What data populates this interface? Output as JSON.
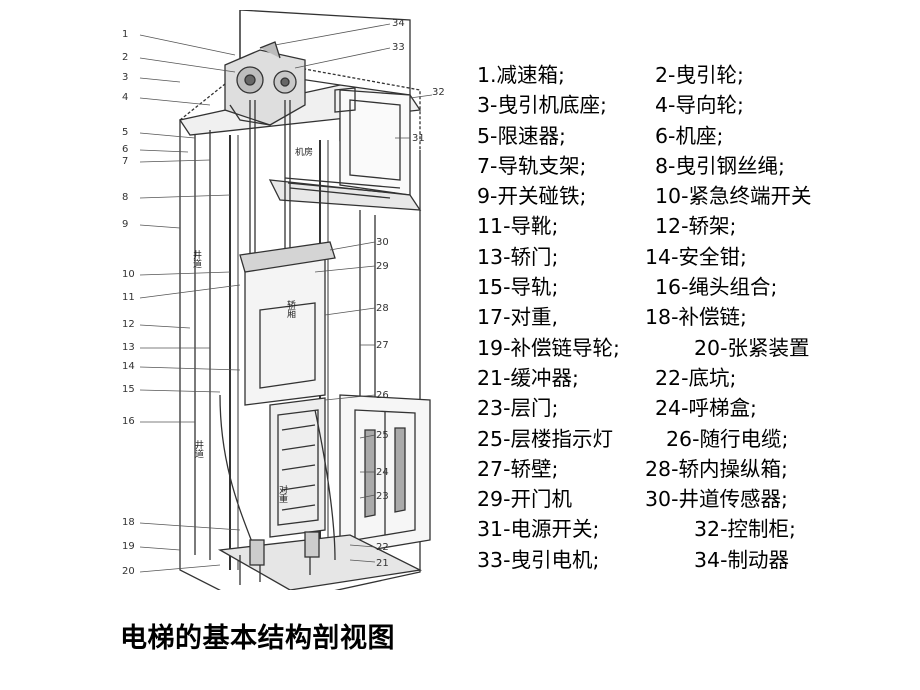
{
  "legend": [
    {
      "left": "1.减速箱;",
      "right": "2-曳引轮;"
    },
    {
      "left": "3-曳引机底座;",
      "right": "4-导向轮;"
    },
    {
      "left": "5-限速器;",
      "right": "6-机座;"
    },
    {
      "left": "7-导轨支架;",
      "right": "8-曳引钢丝绳;"
    },
    {
      "left": "9-开关碰铁;",
      "right": "10-紧急终端开关"
    },
    {
      "left": "11-导靴;",
      "right": "12-轿架;"
    },
    {
      "left": "13-轿门;",
      "right": "14-安全钳;"
    },
    {
      "left": "15-导轨;",
      "right": "16-绳头组合;"
    },
    {
      "left": "17-对重,",
      "right": "18-补偿链;"
    },
    {
      "left": "19-补偿链导轮;",
      "right": "20-张紧装置"
    },
    {
      "left": "21-缓冲器;",
      "right": "22-底坑;"
    },
    {
      "left": "23-层门;",
      "right": "24-呼梯盒;"
    },
    {
      "left": "25-层楼指示灯",
      "right": "26-随行电缆;"
    },
    {
      "left": "27-轿壁;",
      "right": "28-轿内操纵箱;"
    },
    {
      "left": "29-开门机",
      "right": "30-井道传感器;"
    },
    {
      "left": "31-电源开关;",
      "right": "32-控制柜;"
    },
    {
      "left": "33-曳引电机;",
      "right": "34-制动器"
    }
  ],
  "caption": "电梯的基本结构剖视图",
  "diagram": {
    "left_numbers": [
      "1",
      "2",
      "3",
      "4",
      "5",
      "6",
      "7",
      "8",
      "9",
      "10",
      "11",
      "12",
      "13",
      "14",
      "15",
      "16",
      "18",
      "19",
      "20"
    ],
    "right_numbers": [
      "34",
      "33",
      "32",
      "31",
      "30",
      "29",
      "28",
      "27",
      "26",
      "25",
      "24",
      "23",
      "22",
      "21"
    ],
    "inner_text": {
      "machine_room": "机房",
      "shaft_upper": "井道",
      "shaft_lower": "井道",
      "car": "轿厢",
      "counterweight": "对重"
    }
  }
}
